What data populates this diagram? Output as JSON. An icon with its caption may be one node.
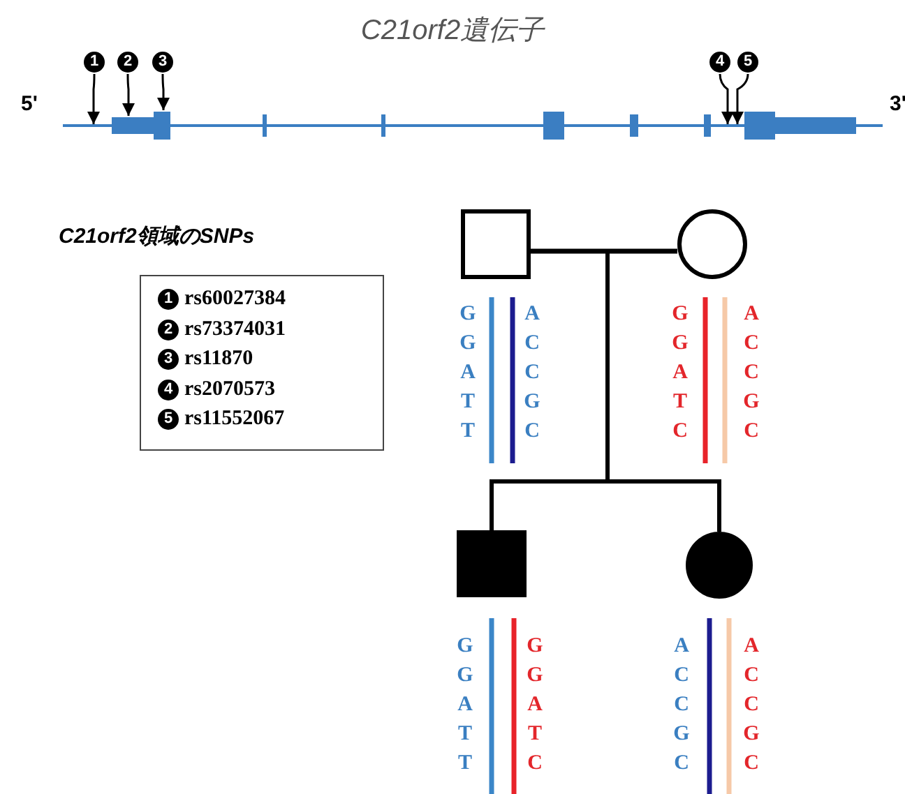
{
  "diagram": {
    "title": "C21orf2遺伝子",
    "nodes": [
      {
        "text": [
          "1"
        ]
      },
      {
        "text": [
          "2"
        ]
      },
      {
        "text": [
          "3"
        ]
      },
      {
        "text": [
          "4"
        ]
      },
      {
        "text": [
          "5"
        ]
      },
      {
        "text": [],
        "shape": "bar"
      },
      {
        "text": [
          "1",
          "rs60027384",
          "2",
          "rs73374031",
          "3",
          "rs11870",
          "4",
          "rs2070573",
          "5",
          "rs11552067"
        ]
      },
      {
        "text": [],
        "shape": "box",
        "beside": [
          "G G A T T",
          "A C C G C"
        ]
      },
      {
        "text": [],
        "shape": "circle",
        "beside": [
          "G G A T C",
          "A C C G C"
        ]
      },
      {
        "text": [],
        "shape": "box",
        "beside": [
          "G G A T T",
          "G G A T C"
        ]
      },
      {
        "text": [],
        "shape": "circle",
        "beside": [
          "A C C G C",
          "A C C G C"
        ]
      }
    ],
    "edges": [
      {
        "from": 0,
        "to": 5,
        "arrow": "to"
      },
      {
        "from": 1,
        "to": 5,
        "arrow": "to"
      },
      {
        "from": 2,
        "to": 5,
        "arrow": "to"
      },
      {
        "from": 3,
        "to": 5,
        "arrow": "to"
      },
      {
        "from": 4,
        "to": 5,
        "arrow": "to"
      },
      {
        "from": 7,
        "to": 8,
        "arrow": "none",
        "style": "thick"
      },
      {
        "from": 7,
        "to": 9,
        "arrow": "none",
        "style": "thick"
      },
      {
        "from": 7,
        "to": 10,
        "arrow": "none",
        "style": "thick"
      },
      {
        "from": 8,
        "to": 9,
        "arrow": "none",
        "style": "thick"
      },
      {
        "from": 8,
        "to": 10,
        "arrow": "none",
        "style": "thick"
      }
    ],
    "labels": [
      "5'",
      "3'",
      "C21orf2領域のSNPs"
    ]
  }
}
